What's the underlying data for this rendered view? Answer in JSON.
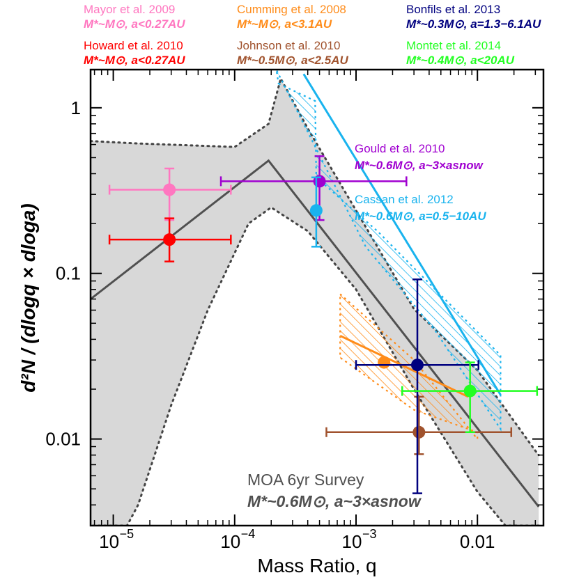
{
  "chart_data": {
    "type": "scatter",
    "xlabel": "Mass Ratio, q",
    "ylabel": "d²N / (dlogq × dloga)",
    "x_scale": "log",
    "y_scale": "log",
    "xlim": [
      6.5e-06,
      0.035
    ],
    "ylim": [
      0.003,
      1.7
    ],
    "x_ticks": [
      {
        "value": 1e-05,
        "label": "10",
        "exp": "−5"
      },
      {
        "value": 0.0001,
        "label": "10",
        "exp": "−4"
      },
      {
        "value": 0.001,
        "label": "10",
        "exp": "−3"
      },
      {
        "value": 0.01,
        "label": "0.01",
        "exp": ""
      }
    ],
    "y_ticks": [
      {
        "value": 1,
        "label": "1"
      },
      {
        "value": 0.1,
        "label": "0.1"
      },
      {
        "value": 0.01,
        "label": "0.01"
      }
    ],
    "survey": {
      "name": "MOA 6yr Survey",
      "condition": "M*~0.6M⊙, a~3×asnow",
      "color": "#505050",
      "band_color": "#d8d8d8",
      "line": [
        [
          6.5e-06,
          0.07
        ],
        [
          0.00019,
          0.48
        ],
        [
          0.032,
          0.0039
        ]
      ],
      "band_upper": [
        [
          6.5e-06,
          0.63
        ],
        [
          1.5e-05,
          0.61
        ],
        [
          0.0001,
          0.58
        ],
        [
          0.00019,
          0.8
        ],
        [
          0.00024,
          1.5
        ],
        [
          0.0004,
          0.75
        ],
        [
          0.001,
          0.24
        ],
        [
          0.003,
          0.061
        ],
        [
          0.01,
          0.026
        ],
        [
          0.03,
          0.0085
        ],
        [
          0.032,
          0.008
        ]
      ],
      "band_lower": [
        [
          0.032,
          0.003
        ],
        [
          0.017,
          0.003
        ],
        [
          0.01,
          0.0048
        ],
        [
          0.003,
          0.02
        ],
        [
          0.001,
          0.08
        ],
        [
          0.0004,
          0.18
        ],
        [
          0.0002,
          0.25
        ],
        [
          0.00013,
          0.2
        ],
        [
          6e-05,
          0.06
        ],
        [
          3e-05,
          0.016
        ],
        [
          1.6e-05,
          0.004
        ],
        [
          1.3e-05,
          0.003
        ],
        [
          6.5e-06,
          0.003
        ]
      ]
    },
    "series": [
      {
        "name": "Mayor et al. 2009",
        "condition": "M*~M⊙, a<0.27AU",
        "color": "#ff77c0",
        "x": 2.9e-05,
        "y": 0.32,
        "xerr": [
          9.3e-06,
          9.3e-05
        ],
        "yerr": [
          0.21,
          0.43
        ]
      },
      {
        "name": "Howard et al. 2010",
        "condition": "M*~M⊙, a<0.27AU",
        "color": "#ff0000",
        "x": 2.9e-05,
        "y": 0.16,
        "xerr": [
          9.3e-06,
          9.3e-05
        ],
        "yerr": [
          0.118,
          0.215
        ]
      },
      {
        "name": "Cumming et al. 2008",
        "condition": "M*~M⊙, a<3.1AU",
        "color": "#ff8c1a",
        "x": 0.0017,
        "y": 0.029,
        "trend": [
          [
            0.00074,
            0.042
          ],
          [
            0.0084,
            0.018
          ]
        ],
        "hatch": [
          [
            0.00074,
            0.075
          ],
          [
            0.003,
            0.03
          ],
          [
            0.01,
            0.01
          ],
          [
            0.01,
            0.011
          ],
          [
            0.003,
            0.015
          ],
          [
            0.00074,
            0.031
          ]
        ]
      },
      {
        "name": "Johnson et al. 2010",
        "condition": "M*~0.5M⊙, a<2.5AU",
        "color": "#a0522d",
        "x": 0.0033,
        "y": 0.011,
        "xerr": [
          0.00057,
          0.019
        ],
        "yerr": [
          0.0081,
          0.018
        ]
      },
      {
        "name": "Bonfils et al. 2013",
        "condition": "M*~0.3M⊙, a=1.3−6.1AU",
        "color": "#00007f",
        "x": 0.0032,
        "y": 0.028,
        "xerr": [
          0.001,
          0.0102
        ],
        "yerr": [
          0.0047,
          0.092
        ]
      },
      {
        "name": "Montet et al. 2014",
        "condition": "M*~0.4M⊙, a<20AU",
        "color": "#22ff22",
        "x": 0.0087,
        "y": 0.0195,
        "xerr": [
          0.0024,
          0.031
        ],
        "yerr": [
          0.011,
          0.029
        ]
      },
      {
        "name": "Gould et al. 2010",
        "condition": "M*~0.6M⊙, a~3×asnow",
        "color": "#a000d0",
        "x": 0.0005,
        "y": 0.36,
        "xerr": [
          7.7e-05,
          0.0026
        ],
        "yerr": [
          0.21,
          0.51
        ]
      },
      {
        "name": "Cassan et al. 2012",
        "condition": "M*~0.6M⊙, a=0.5−10AU",
        "color": "#19b3ee",
        "x": 0.00047,
        "y": 0.24,
        "yerr": [
          0.145,
          0.38
        ],
        "trend": [
          [
            0.00037,
            1.6
          ],
          [
            0.0155,
            0.0185
          ]
        ],
        "hatch": [
          [
            0.00023,
            1.4
          ],
          [
            0.00046,
            1.1
          ],
          [
            0.00047,
            0.38
          ],
          [
            0.0015,
            0.18
          ],
          [
            0.0155,
            0.032
          ],
          [
            0.0155,
            0.0115
          ],
          [
            0.0045,
            0.045
          ],
          [
            0.0012,
            0.145
          ],
          [
            0.00022,
            1.7
          ]
        ]
      }
    ]
  }
}
